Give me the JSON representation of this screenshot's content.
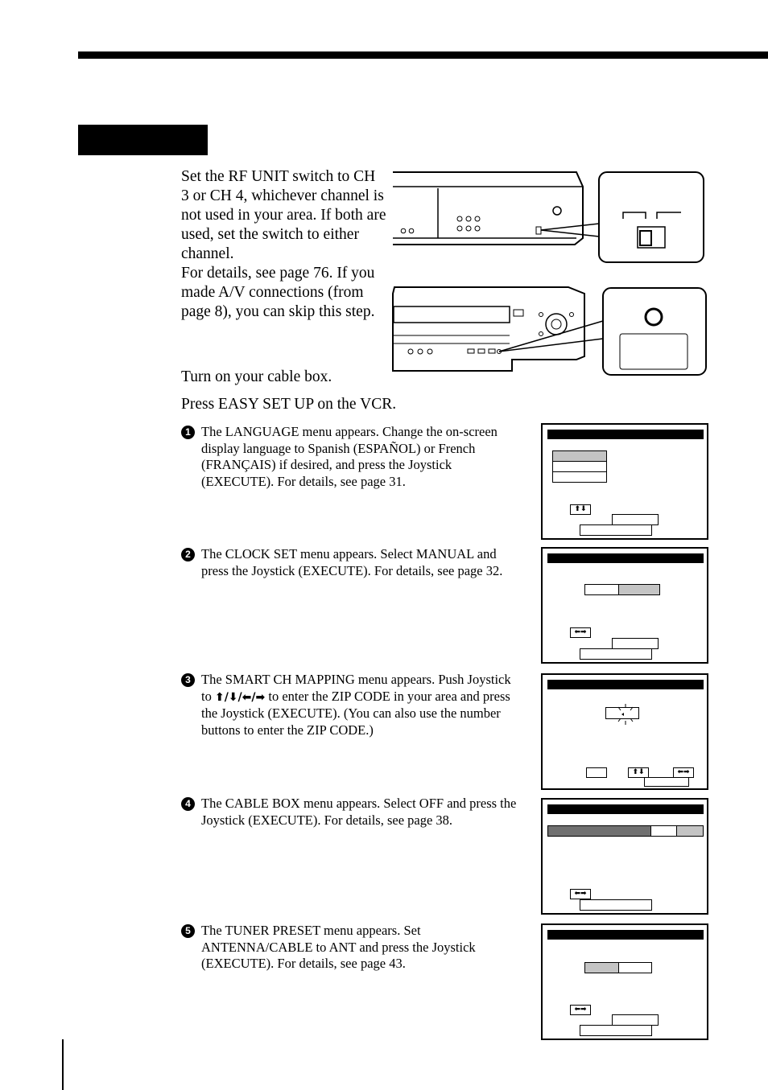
{
  "intro": {
    "paragraphs": [
      "Set the RF UNIT switch to CH 3 or CH 4, whichever channel is not used in your area. If both are used, set the switch to either channel.",
      "For details, see page 76. If you made A/V connections (from page 8), you can skip this step.",
      "Turn on your cable box.",
      "Press EASY SET UP on the VCR."
    ]
  },
  "steps": [
    {
      "number": "1",
      "text": "The LANGUAGE menu appears. Change the on-screen display language to Spanish (ESPAÑOL) or French (FRANÇAIS) if desired, and press the Joystick (EXECUTE). For details, see page 31."
    },
    {
      "number": "2",
      "text": "The CLOCK SET menu appears.  Select MANUAL and press the Joystick (EXECUTE). For details, see page 32."
    },
    {
      "number": "3",
      "text_before": "The SMART CH MAPPING menu appears. Push Joystick to",
      "arrows": "⬆/⬇/⬅/➡",
      "text_after": "to enter the ZIP CODE in your area and press the Joystick (EXECUTE).  (You can also use the number buttons to enter the ZIP CODE.)"
    },
    {
      "number": "4",
      "text": "The CABLE BOX menu appears. Select OFF and press the Joystick (EXECUTE).  For details, see page 38."
    },
    {
      "number": "5",
      "text": "The TUNER PRESET menu appears.  Set ANTENNA/CABLE to ANT and press the Joystick (EXECUTE).  For details, see page 43."
    }
  ],
  "screens": {
    "up_down_arrows": "⬆⬇",
    "left_right_arrows": "⬅➡"
  }
}
